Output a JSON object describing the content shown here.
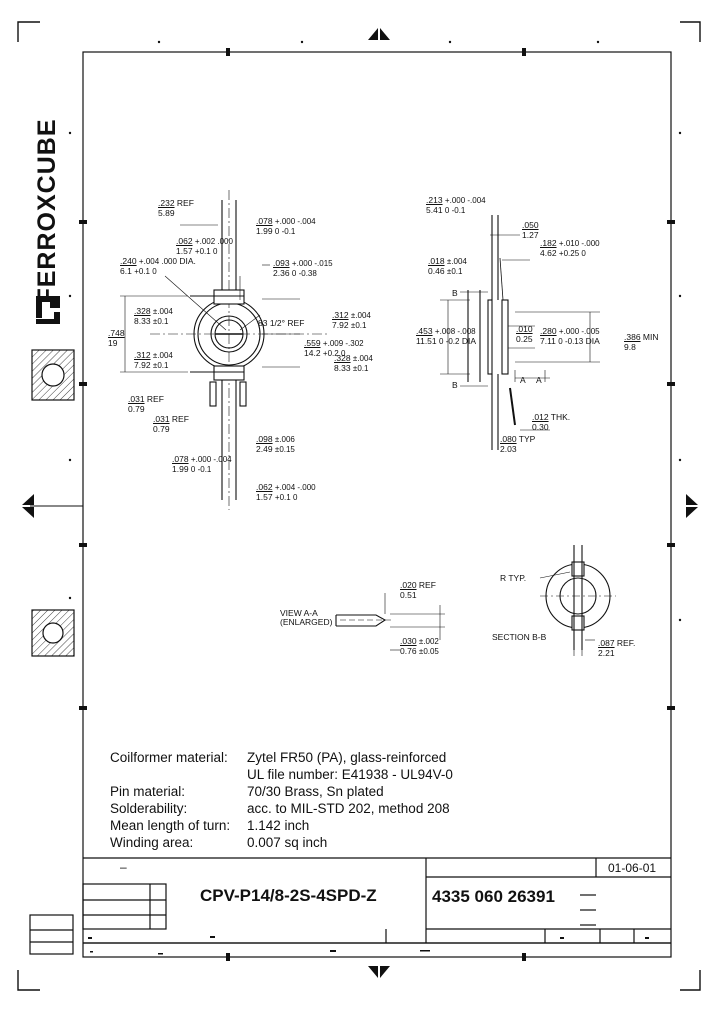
{
  "brand": {
    "name": "FERROXCUBE"
  },
  "front_view": {
    "dims": [
      {
        "top": ".232",
        "bottom": "5.89",
        "suffix": "REF"
      },
      {
        "top": ".078",
        "tol": "+.000 -.004",
        "bottom": "1.99",
        "btol": "0 -0.1"
      },
      {
        "top": ".062",
        "tol": "+.002 .000",
        "bottom": "1.57",
        "btol": "+0.1 0"
      },
      {
        "top": ".240",
        "tol": "+.004 .000",
        "bottom": "6.1",
        "btol": "+0.1 0",
        "suffix": "DIA."
      },
      {
        "top": ".093",
        "tol": "+.000 -.015",
        "bottom": "2.36",
        "btol": "0 -0.38"
      },
      {
        "top": ".328",
        "tol": "±.004",
        "bottom": "8.33",
        "btol": "±0.1"
      },
      {
        "top": ".312",
        "tol": "±.004",
        "bottom": "7.92",
        "btol": "±0.1"
      },
      {
        "top": ".312",
        "tol": "±.004",
        "bottom": "7.92",
        "btol": "±0.1"
      },
      {
        "top": ".559",
        "tol": "+.009 -.302",
        "bottom": "14.2",
        "btol": "+0.2 0"
      },
      {
        "top": ".328",
        "tol": "±.004",
        "bottom": "8.33",
        "btol": "±0.1"
      },
      {
        "top": ".748",
        "bottom": "19"
      },
      {
        "top": ".031",
        "bottom": "0.79",
        "suffix": "REF"
      },
      {
        "top": ".031",
        "bottom": "0.79",
        "suffix": "REF"
      },
      {
        "top": ".098",
        "tol": "±.006",
        "bottom": "2.49",
        "btol": "±0.15"
      },
      {
        "top": ".078",
        "tol": "+.000 -.004",
        "bottom": "1.99",
        "btol": "0 -0.1"
      },
      {
        "top": ".062",
        "tol": "+.004 -.000",
        "bottom": "1.57",
        "btol": "+0.1 0"
      }
    ],
    "angle_label": "83 1/2°",
    "angle_suffix": "REF"
  },
  "side_view": {
    "dims": [
      {
        "top": ".213",
        "tol": "+.000 -.004",
        "bottom": "5.41",
        "btol": "0 -0.1"
      },
      {
        "top": ".050",
        "bottom": "1.27"
      },
      {
        "top": ".182",
        "tol": "+.010 -.000",
        "bottom": "4.62",
        "btol": "+0.25 0"
      },
      {
        "top": ".018",
        "tol": "±.004",
        "bottom": "0.46",
        "btol": "±0.1"
      },
      {
        "top": ".453",
        "tol": "+.008 -.008",
        "bottom": "11.51",
        "btol": "0 -0.2",
        "suffix": "DIA"
      },
      {
        "top": ".010",
        "bottom": "0.25"
      },
      {
        "top": ".280",
        "tol": "+.000 -.005",
        "bottom": "7.11",
        "btol": "0 -0.13",
        "suffix": "DIA"
      },
      {
        "top": ".386",
        "bottom": "9.8",
        "suffix": "MIN"
      },
      {
        "top": ".012",
        "bottom": "0.30",
        "suffix": "THK."
      },
      {
        "top": ".080",
        "bottom": "2.03",
        "suffix": "TYP"
      }
    ],
    "section_markers": [
      "B",
      "B"
    ],
    "view_markers": [
      "A",
      "A"
    ]
  },
  "view_aa": {
    "label_line1": "VIEW A-A",
    "label_line2": "(ENLARGED)",
    "dim1": {
      "top": ".020",
      "bottom": "0.51",
      "suffix": "REF"
    },
    "dim2": {
      "top": ".030",
      "tol": "±.002",
      "bottom": "0.76",
      "btol": "±0.05"
    }
  },
  "section_bb": {
    "label": "SECTION B-B",
    "r_label": "R TYP.",
    "dim": {
      "top": ".087",
      "bottom": "2.21",
      "suffix": "REF."
    }
  },
  "specs": [
    {
      "label": "Coilformer material:",
      "value": "Zytel FR50 (PA), glass-reinforced"
    },
    {
      "label": "",
      "value": "UL file number: E41938 - UL94V-0"
    },
    {
      "label": "Pin material:",
      "value": "70/30 Brass, Sn     plated"
    },
    {
      "label": "Solderability:",
      "value": "acc. to MIL-STD 202, method 208"
    },
    {
      "label": "Mean length of turn:",
      "value": "1.142 inch"
    },
    {
      "label": "Winding area:",
      "value": "0.007 sq inch"
    }
  ],
  "title_block": {
    "type_number": "CPV-P14/8-2S-4SPD-Z",
    "code_number": "4335 060 26391",
    "date": "01-06-01",
    "dash": "–"
  }
}
